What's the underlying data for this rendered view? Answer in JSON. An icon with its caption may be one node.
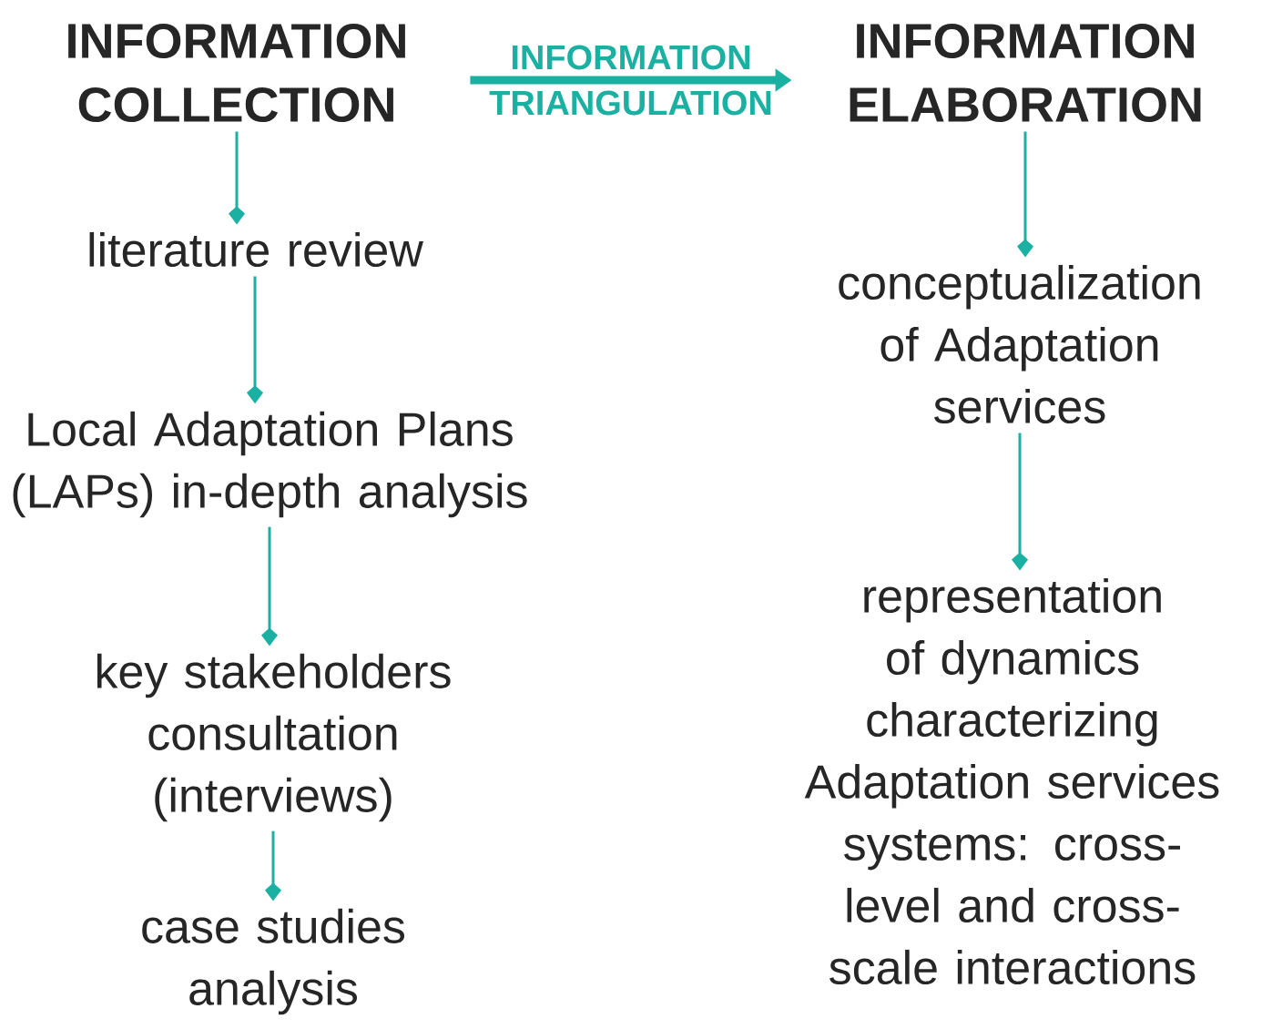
{
  "diagram": {
    "nodes": [
      {
        "text": [
          "INFORMATION COLLECTION"
        ]
      },
      {
        "text": [
          "literature review"
        ]
      },
      {
        "text": [
          "Local Adaptation Plans (LAPs) in-depth analysis"
        ]
      },
      {
        "text": [
          "key stakeholders consultation (interviews)"
        ]
      },
      {
        "text": [
          "case studies analysis"
        ]
      },
      {
        "text": [
          "INFORMATION ELABORATION"
        ]
      },
      {
        "text": [
          "conceptualization of Adaptation services"
        ]
      },
      {
        "text": [
          "representation of dynamics characterizing Adaptation services systems: cross-level and cross-scale interactions"
        ]
      }
    ],
    "edges": [
      {
        "from": 0,
        "to": 1,
        "arrow": "to"
      },
      {
        "from": 1,
        "to": 2,
        "arrow": "to"
      },
      {
        "from": 2,
        "to": 3,
        "arrow": "to"
      },
      {
        "from": 3,
        "to": 4,
        "arrow": "to"
      },
      {
        "from": 0,
        "to": 5,
        "arrow": "to",
        "label": "INFORMATION TRIANGULATION",
        "style": "thick"
      },
      {
        "from": 5,
        "to": 6,
        "arrow": "to"
      },
      {
        "from": 6,
        "to": 7,
        "arrow": "to"
      }
    ]
  }
}
